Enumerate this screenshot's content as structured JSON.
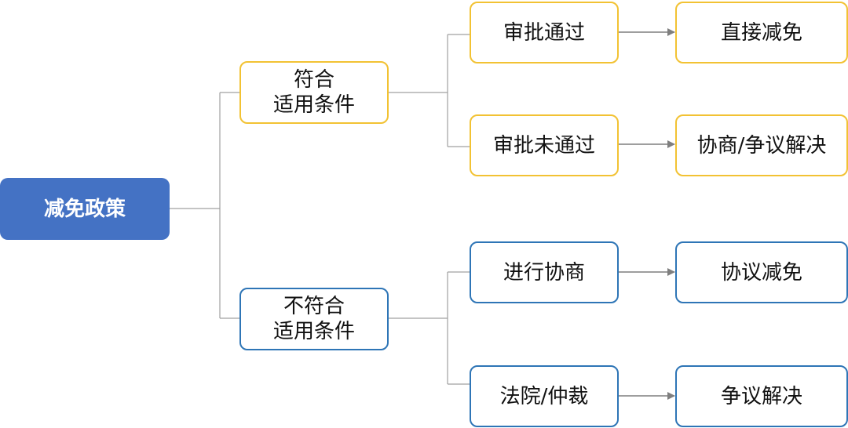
{
  "root": {
    "label": "减免政策"
  },
  "branch_yes": {
    "line1": "符合",
    "line2": "适用条件"
  },
  "branch_no": {
    "line1": "不符合",
    "line2": "适用条件"
  },
  "yes_children": [
    {
      "step": "审批通过",
      "result": "直接减免"
    },
    {
      "step": "审批未通过",
      "result": "协商/争议解决"
    }
  ],
  "no_children": [
    {
      "step": "进行协商",
      "result": "协议减免"
    },
    {
      "step": "法院/仲裁",
      "result": "争议解决"
    }
  ],
  "colors": {
    "root_fill": "#4472C4",
    "yes_border": "#F2C233",
    "no_border": "#2E75B6",
    "connector": "#9E9E9E",
    "arrow": "#7F7F7F"
  }
}
